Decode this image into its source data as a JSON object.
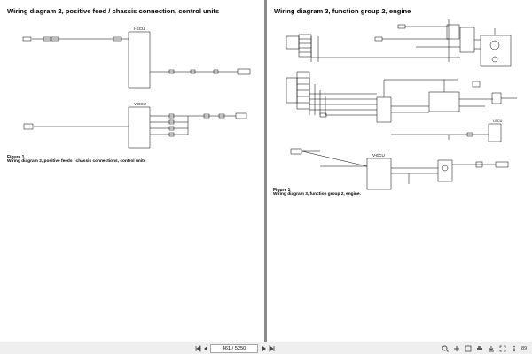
{
  "left_page": {
    "title": "Wiring diagram 2, positive feed / chassis connection, control units",
    "figure_label": "Figure 1",
    "figure_caption": "Wiring diagram 2, positive feeds / chassis connections, control units",
    "units": {
      "iecu": "I-ECU",
      "vecu": "V-ECU"
    }
  },
  "right_page": {
    "title": "Wiring diagram 3, function group 2, engine",
    "figure_label": "Figure 1",
    "figure_caption": "Wiring diagram 3, function group 2, engine.",
    "units": {
      "iecu": "I-ECU",
      "vecu": "V-ECU"
    }
  },
  "toolbar": {
    "page_indicator": "461 / 5250",
    "zoom": "89"
  }
}
